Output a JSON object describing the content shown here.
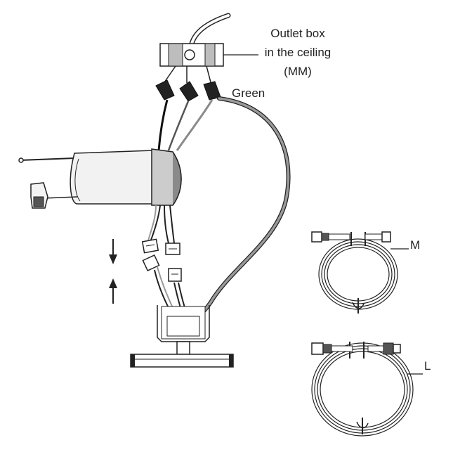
{
  "labels": {
    "outlet_box_line1": "Outlet box",
    "outlet_box_line2": "in the ceiling",
    "outlet_box_line3": "(MM)",
    "green_wire": "Green",
    "cable_m": "M",
    "cable_l": "L"
  },
  "colors": {
    "line": "#222222",
    "light_gray": "#d8d8d8",
    "mid_gray": "#a8a8a8",
    "dark_gray": "#6a6a6a",
    "black": "#111111",
    "white": "#ffffff"
  }
}
